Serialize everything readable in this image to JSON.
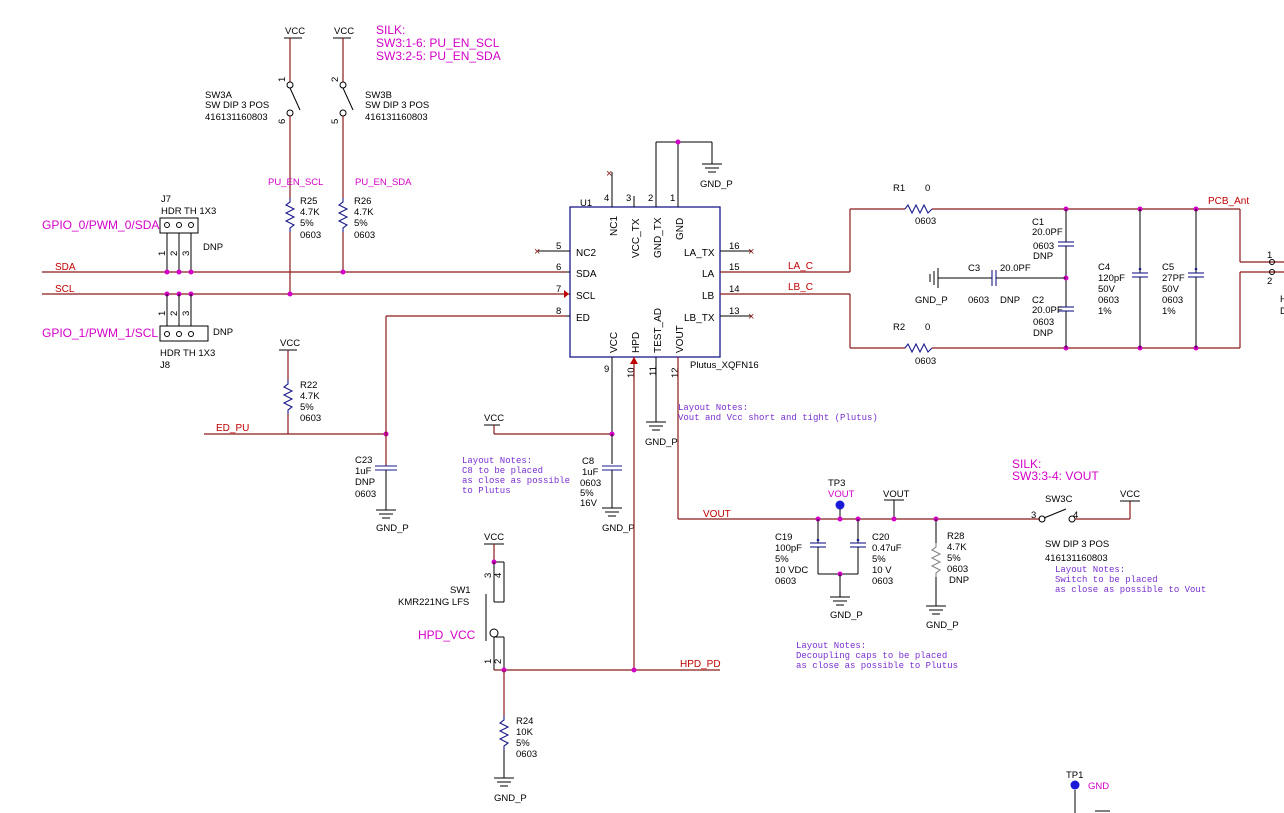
{
  "silk_top": {
    "title": "SILK:",
    "line1": "SW3:1-6: PU_EN_SCL",
    "line2": "SW3:2-5: PU_EN_SDA"
  },
  "silk_vout": {
    "title": "SILK:",
    "line1": "SW3:3-4: VOUT"
  },
  "power": {
    "vcc": "VCC",
    "gnd_p": "GND_P",
    "gnd": "GND",
    "vout": "VOUT"
  },
  "sw3a": {
    "ref": "SW3A",
    "desc": "SW DIP 3 POS",
    "pn": "416131160803",
    "pin_a": "1",
    "pin_b": "6"
  },
  "sw3b": {
    "ref": "SW3B",
    "desc": "SW DIP 3 POS",
    "pn": "416131160803",
    "pin_a": "2",
    "pin_b": "5"
  },
  "sw3c": {
    "ref": "SW3C",
    "desc": "SW DIP 3 POS",
    "pn": "416131160803",
    "pin_a": "3",
    "pin_b": "4"
  },
  "r25": {
    "ref": "R25",
    "val": "4.7K",
    "tol": "5%",
    "pkg": "0603"
  },
  "r26": {
    "ref": "R26",
    "val": "4.7K",
    "tol": "5%",
    "pkg": "0603"
  },
  "r22": {
    "ref": "R22",
    "val": "4.7K",
    "tol": "5%",
    "pkg": "0603"
  },
  "r24": {
    "ref": "R24",
    "val": "10K",
    "tol": "5%",
    "pkg": "0603"
  },
  "r28": {
    "ref": "R28",
    "val": "4.7K",
    "tol": "5%",
    "pkg": "0603",
    "dnp": "DNP"
  },
  "r1": {
    "ref": "R1",
    "val": "0",
    "pkg": "0603"
  },
  "r2": {
    "ref": "R2",
    "val": "0",
    "pkg": "0603"
  },
  "j7": {
    "ref": "J7",
    "desc": "HDR TH 1X3",
    "dnp": "DNP",
    "label": "GPIO_0/PWM_0/SDA",
    "p1": "1",
    "p2": "2",
    "p3": "3"
  },
  "j8": {
    "ref": "J8",
    "desc": "HDR TH 1X3",
    "dnp": "DNP",
    "label": "GPIO_1/PWM_1/SCL",
    "p1": "1",
    "p2": "2",
    "p3": "3"
  },
  "nets": {
    "sda": "SDA",
    "scl": "SCL",
    "ed_pu": "ED_PU",
    "pu_en_scl": "PU_EN_SCL",
    "pu_en_sda": "PU_EN_SDA",
    "la_c": "LA_C",
    "lb_c": "LB_C",
    "pcb_ant": "PCB_Ant",
    "vout": "VOUT",
    "hpd_pd": "HPD_PD",
    "hpd_vcc": "HPD_VCC"
  },
  "u1": {
    "ref": "U1",
    "part": "Plutus_XQFN16",
    "top_pins": [
      {
        "name": "NC1",
        "num": "4"
      },
      {
        "name": "VCC_TX",
        "num": "3"
      },
      {
        "name": "GND_TX",
        "num": "2"
      },
      {
        "name": "GND",
        "num": "1"
      }
    ],
    "left_pins": [
      {
        "name": "NC2",
        "num": "5"
      },
      {
        "name": "SDA",
        "num": "6"
      },
      {
        "name": "SCL",
        "num": "7"
      },
      {
        "name": "ED",
        "num": "8"
      }
    ],
    "right_pins": [
      {
        "name": "LA_TX",
        "num": "16"
      },
      {
        "name": "LA",
        "num": "15"
      },
      {
        "name": "LB",
        "num": "14"
      },
      {
        "name": "LB_TX",
        "num": "13"
      }
    ],
    "bottom_pins": [
      {
        "name": "VCC",
        "num": "9"
      },
      {
        "name": "HPD",
        "num": "10"
      },
      {
        "name": "TEST_AD",
        "num": "11"
      },
      {
        "name": "VOUT",
        "num": "12"
      }
    ]
  },
  "c1": {
    "ref": "C1",
    "val": "20.0PF",
    "pkg": "0603",
    "dnp": "DNP"
  },
  "c2": {
    "ref": "C2",
    "val": "20.0PF",
    "pkg": "0603",
    "dnp": "DNP"
  },
  "c3": {
    "ref": "C3",
    "val": "20.0PF",
    "pkg": "0603",
    "dnp": "DNP"
  },
  "c4": {
    "ref": "C4",
    "val": "120pF",
    "volt": "50V",
    "pkg": "0603",
    "tol": "1%"
  },
  "c5": {
    "ref": "C5",
    "val": "27PF",
    "volt": "50V",
    "pkg": "0603",
    "tol": "1%"
  },
  "c23": {
    "ref": "C23",
    "val": "1uF",
    "dnp": "DNP",
    "pkg": "0603"
  },
  "c8": {
    "ref": "C8",
    "val": "1uF",
    "pkg": "0603",
    "tol": "5%",
    "volt": "16V"
  },
  "c19": {
    "ref": "C19",
    "val": "100pF",
    "tol": "5%",
    "volt": "10 VDC",
    "pkg": "0603"
  },
  "c20": {
    "ref": "C20",
    "val": "0.47uF",
    "tol": "5%",
    "volt": "10 V",
    "pkg": "0603"
  },
  "tp3": {
    "ref": "TP3",
    "net": "VOUT"
  },
  "tp1": {
    "ref": "TP1",
    "net": "GND"
  },
  "sw1": {
    "ref": "SW1",
    "pn": "KMR221NG LFS",
    "p1": "1",
    "p2": "2",
    "p3": "3",
    "p4": "4"
  },
  "notes": {
    "c8": [
      "Layout Notes:",
      "C8 to be placed",
      "as close as possible",
      "to Plutus"
    ],
    "vout": [
      "Layout Notes:",
      "Vout and Vcc short and tight (Plutus)"
    ],
    "sw": [
      "Layout Notes:",
      "Switch to be placed",
      "as close as possible to Vout"
    ],
    "decap": [
      "Layout Notes:",
      "Decoupling caps to be placed",
      "as close as possible to Plutus"
    ]
  },
  "right_edge": {
    "h": "H",
    "d": "D",
    "p1": "1",
    "p2": "2"
  }
}
